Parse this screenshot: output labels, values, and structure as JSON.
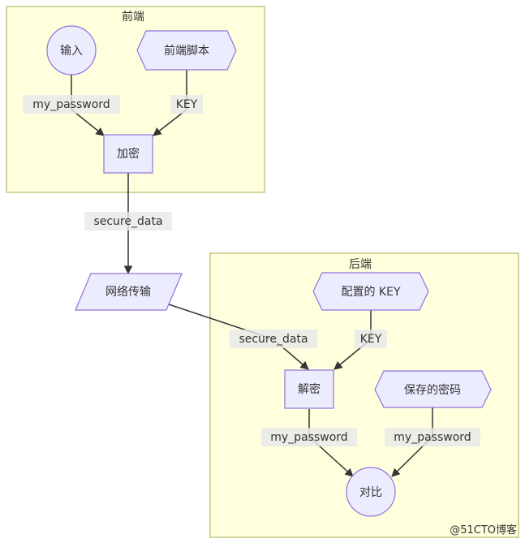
{
  "clusters": {
    "frontend": "前端",
    "backend": "后端"
  },
  "nodes": {
    "input": "输入",
    "frontend_script": "前端脚本",
    "encrypt": "加密",
    "network_transfer": "网络传输",
    "configured_key": "配置的 KEY",
    "decrypt": "解密",
    "saved_password": "保存的密码",
    "compare": "对比"
  },
  "edges": {
    "input_to_encrypt": "my_password",
    "script_to_encrypt": "KEY",
    "encrypt_to_network": "secure_data",
    "network_to_decrypt": "secure_data",
    "key_to_decrypt": "KEY",
    "decrypt_to_compare": "my_password",
    "saved_to_compare": "my_password"
  },
  "watermark": "@51CTO博客",
  "colors": {
    "cluster_fill": "#ffffde",
    "cluster_stroke": "#b8b86a",
    "node_fill": "#ececff",
    "node_stroke": "#9370db",
    "edge": "#333333"
  }
}
